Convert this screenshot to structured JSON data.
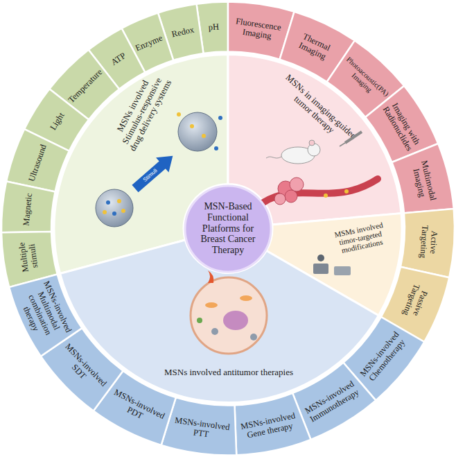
{
  "diagram": {
    "nodes": [
      {
        "text": [
          "MSN-Based Functional Platforms for Breast Cancer Therapy"
        ]
      },
      {
        "text": [
          "MSNs involved Stimulus-responsive drug delivery systems"
        ]
      },
      {
        "text": [
          "pH"
        ]
      },
      {
        "text": [
          "Redox"
        ]
      },
      {
        "text": [
          "Enzyme"
        ]
      },
      {
        "text": [
          "ATP"
        ]
      },
      {
        "text": [
          "Temperature"
        ]
      },
      {
        "text": [
          "Light"
        ]
      },
      {
        "text": [
          "Ultrasound"
        ]
      },
      {
        "text": [
          "Magnetic"
        ]
      },
      {
        "text": [
          "Multiple stimuli"
        ]
      },
      {
        "text": [
          "MSNs in imaging-guided tumor therapy"
        ]
      },
      {
        "text": [
          "Fluorescence Imaging"
        ]
      },
      {
        "text": [
          "Thermal Imaging"
        ]
      },
      {
        "text": [
          "Photoacoustic(PA) Imaging"
        ]
      },
      {
        "text": [
          "Imaging with Radionuclides"
        ]
      },
      {
        "text": [
          "Multimodal Imaging"
        ]
      },
      {
        "text": [
          "MSMs involved timor-targeted modifications"
        ]
      },
      {
        "text": [
          "Active Targeting"
        ]
      },
      {
        "text": [
          "Passive Targeting"
        ]
      },
      {
        "text": [
          "MSNs involved antitumor therapies"
        ]
      },
      {
        "text": [
          "MSNs-involved Chemotherapy"
        ]
      },
      {
        "text": [
          "MSNs-involved Immunotherapy"
        ]
      },
      {
        "text": [
          "MSNs-involved Gene therapy"
        ]
      },
      {
        "text": [
          "MSNs-involved PTT"
        ]
      },
      {
        "text": [
          "MSNs-involved PDT"
        ]
      },
      {
        "text": [
          "MSNs-involved SDT"
        ]
      },
      {
        "text": [
          "MSNs-involved Multimodal combination therapy"
        ]
      }
    ],
    "labels": [
      "Stimuli"
    ]
  }
}
